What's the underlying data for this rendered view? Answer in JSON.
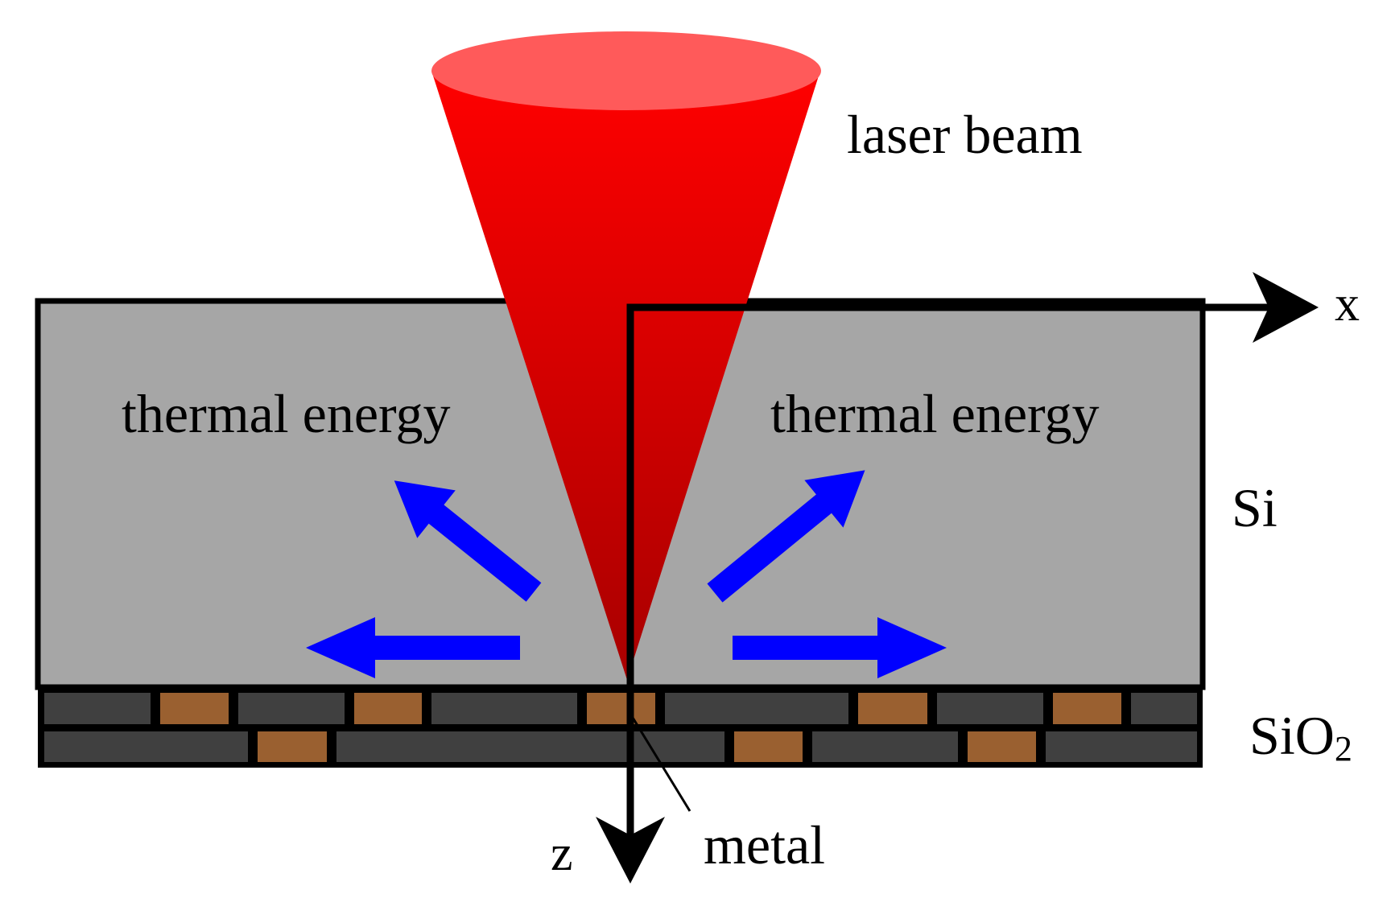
{
  "labels": {
    "laser_beam": "laser beam",
    "thermal_energy_left": "thermal energy",
    "thermal_energy_right": "thermal energy",
    "silicon": "Si",
    "oxide_base": "SiO",
    "oxide_subscript": "2",
    "metal": "metal",
    "axis_x": "x",
    "axis_z": "z"
  },
  "colors": {
    "beam_top": "#ff0000",
    "beam_bottom": "#a80000",
    "beam_cap": "#ff5a5a",
    "silicon": "#a6a6a6",
    "oxide": "#404040",
    "metal": "#9a6030",
    "arrow": "#0000ff",
    "outline": "#000000"
  },
  "icons": {
    "heat_arrow": "blue-block-arrow",
    "axis_arrow": "black-open-arrowhead"
  }
}
